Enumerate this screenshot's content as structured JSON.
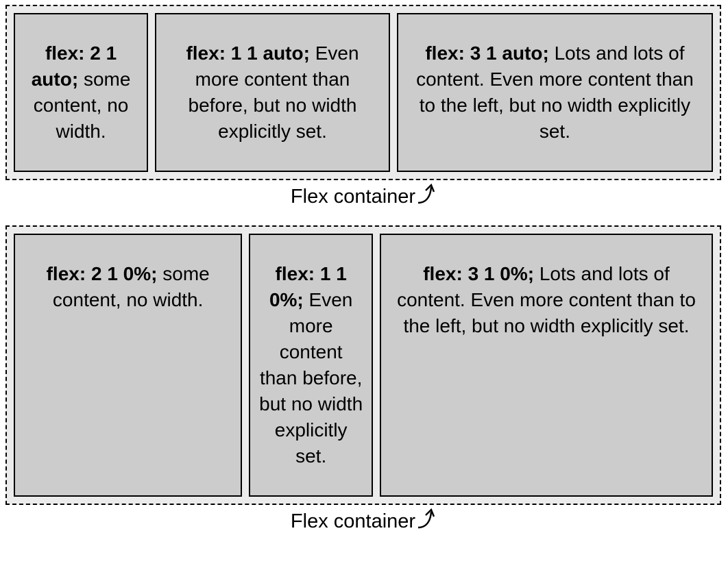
{
  "colors": {
    "container_background": "#ebebeb",
    "item_background": "#cccccc",
    "border": "#000000",
    "text": "#000000",
    "page_background": "#ffffff"
  },
  "figures": [
    {
      "label": "Flex container",
      "arrow_icon": "curved-up-right-arrow",
      "items": [
        {
          "flex_value": "flex: 2 1 auto;",
          "description": " some content, no width."
        },
        {
          "flex_value": "flex: 1 1 auto;",
          "description": " Even more content than before, but no width explicitly set."
        },
        {
          "flex_value": "flex: 3 1 auto;",
          "description": " Lots and lots of content. Even more content than to the left, but no width explicitly set."
        }
      ]
    },
    {
      "label": "Flex container",
      "arrow_icon": "curved-up-right-arrow",
      "items": [
        {
          "flex_value": "flex: 2 1 0%;",
          "description": " some content, no width."
        },
        {
          "flex_value": "flex: 1 1 0%;",
          "description": " Even more content than before, but no width explicitly set."
        },
        {
          "flex_value": "flex: 3 1 0%;",
          "description": " Lots and lots of content. Even more content than to the left, but no width explicitly set."
        }
      ]
    }
  ]
}
